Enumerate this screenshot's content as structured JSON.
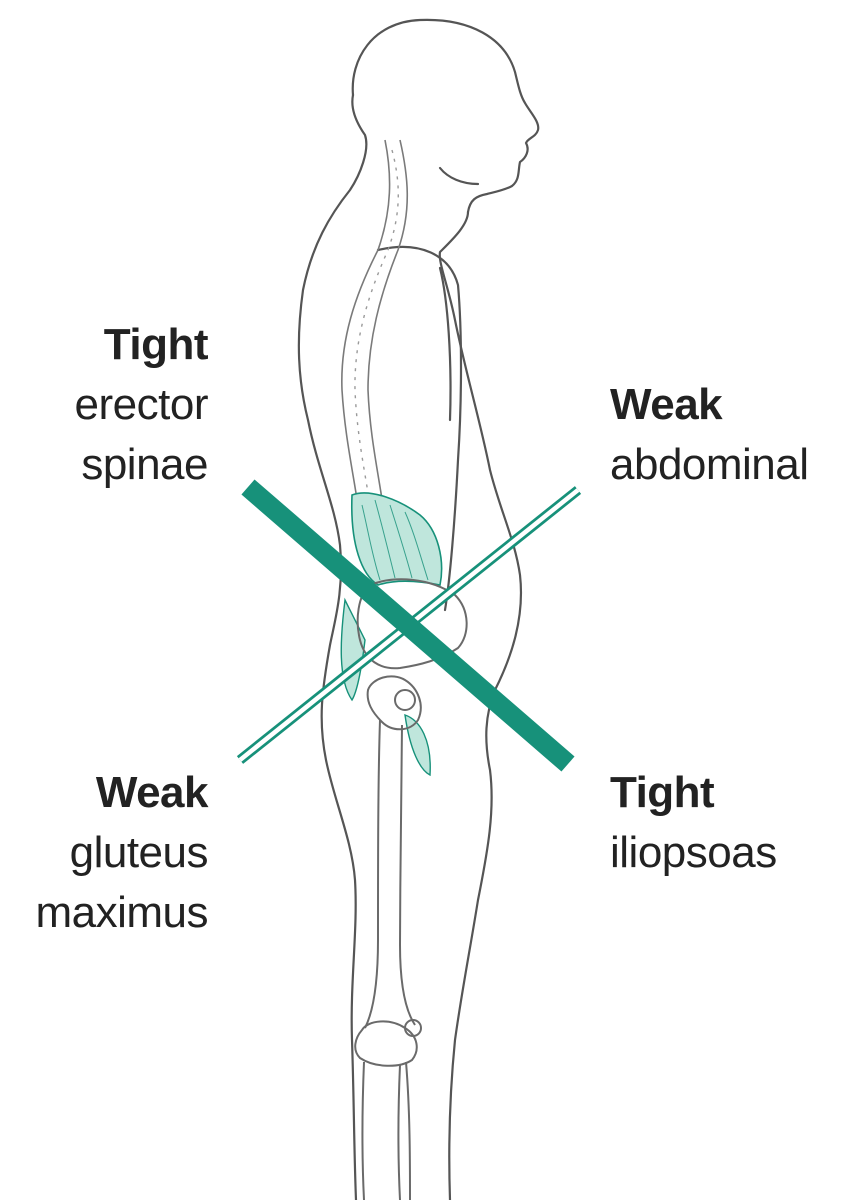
{
  "labels": {
    "tight_erector": {
      "heading": "Tight",
      "line1": "erector",
      "line2": "spinae"
    },
    "weak_abdominal": {
      "heading": "Weak",
      "line1": "abdominal"
    },
    "weak_gluteus": {
      "heading": "Weak",
      "line1": "gluteus",
      "line2": "maximus"
    },
    "tight_iliopsoas": {
      "heading": "Tight",
      "line1": "iliopsoas"
    }
  },
  "colors": {
    "accent": "#17917a",
    "muscle_fill": "#bfe6dc",
    "outline": "#555555",
    "bone_outline": "#6a6a6a",
    "text": "#222222",
    "background": "#ffffff"
  }
}
